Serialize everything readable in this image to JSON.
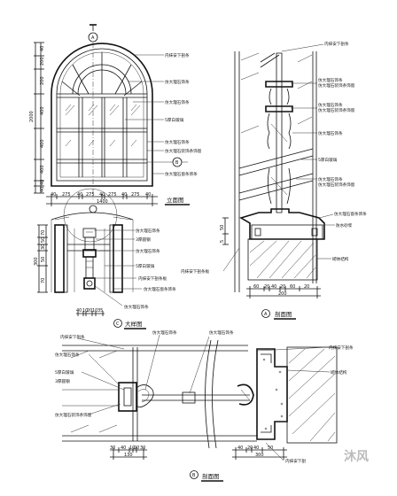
{
  "views": {
    "elevation": {
      "title": "立面图",
      "marker_top": "A",
      "marker_side": "B",
      "v_dims": [
        "40",
        "200",
        "200",
        "400",
        "400",
        "400",
        "2000",
        "40",
        "40"
      ],
      "h_dims": [
        "40",
        "275",
        "40",
        "275",
        "40",
        "275",
        "40",
        "275",
        "40"
      ],
      "h_total": "1400"
    },
    "detail": {
      "title": "大样图",
      "marker": "C",
      "v_dims": [
        "70",
        "50",
        "30",
        "50",
        "70",
        "300"
      ],
      "bottom_dims": [
        "40",
        "10",
        "20",
        "10",
        "35"
      ]
    },
    "section_a": {
      "title": "剖面图",
      "marker": "A",
      "dims_top": [
        "60",
        "20",
        "40",
        "20",
        "60",
        "20"
      ],
      "dim_total": "200",
      "left_dims": [
        "50",
        "5"
      ]
    },
    "section_b": {
      "title": "剖面图",
      "marker": "B",
      "dims_left": [
        "30",
        "40",
        "10",
        "20",
        "30"
      ],
      "dim_left_total": "130",
      "dims_right": [
        "40",
        "20",
        "40",
        "50"
      ],
      "dim_right_total": "300"
    }
  },
  "labels": {
    "l1": "内抹安下剖条",
    "l2": "仿大理石饰条",
    "l3": "仿大理石装饰条饰窗",
    "l4": "5厚白玻璃",
    "l5": "3厚圆钢",
    "l6": "仿大理石饰条",
    "l7": "仿大理石饰条",
    "l8": "防水砂浆",
    "l9": "砌体结构",
    "l10": "内抹安下剖条板",
    "l11": "仿大理石窗条饰条",
    "l12": "内抹安下剖条",
    "l13": "砌体结构",
    "l14": "内抹安下剖"
  },
  "watermark": "沐风"
}
